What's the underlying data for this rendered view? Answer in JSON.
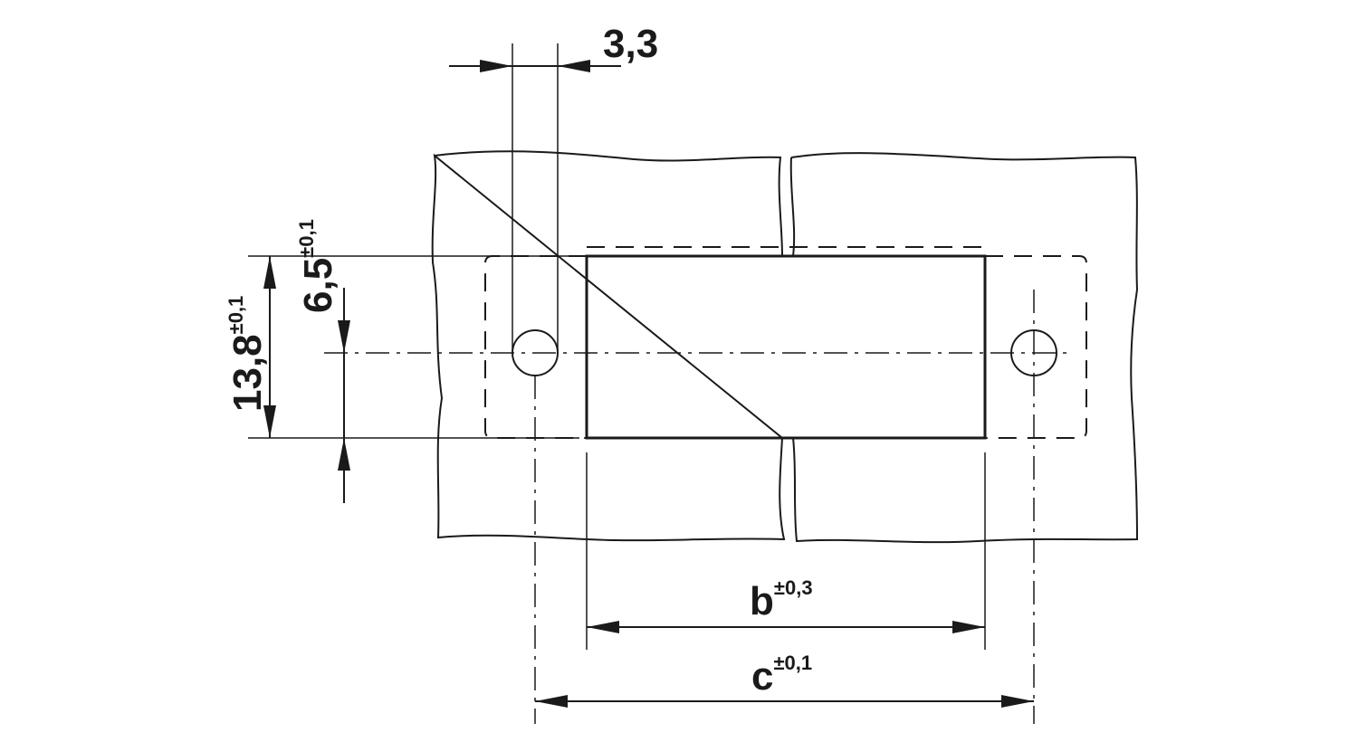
{
  "colors": {
    "line": "#1a1a1a",
    "background": "#ffffff"
  },
  "dimensions": {
    "hole_diameter": {
      "value": "3,3"
    },
    "height": {
      "value": "13,8",
      "tolerance": "±0,1"
    },
    "hole_offset": {
      "value": "6,5",
      "tolerance": "±0,1"
    },
    "cutout_width": {
      "value": "b",
      "tolerance": "±0,3"
    },
    "hole_spacing": {
      "value": "c",
      "tolerance": "±0,1"
    }
  }
}
